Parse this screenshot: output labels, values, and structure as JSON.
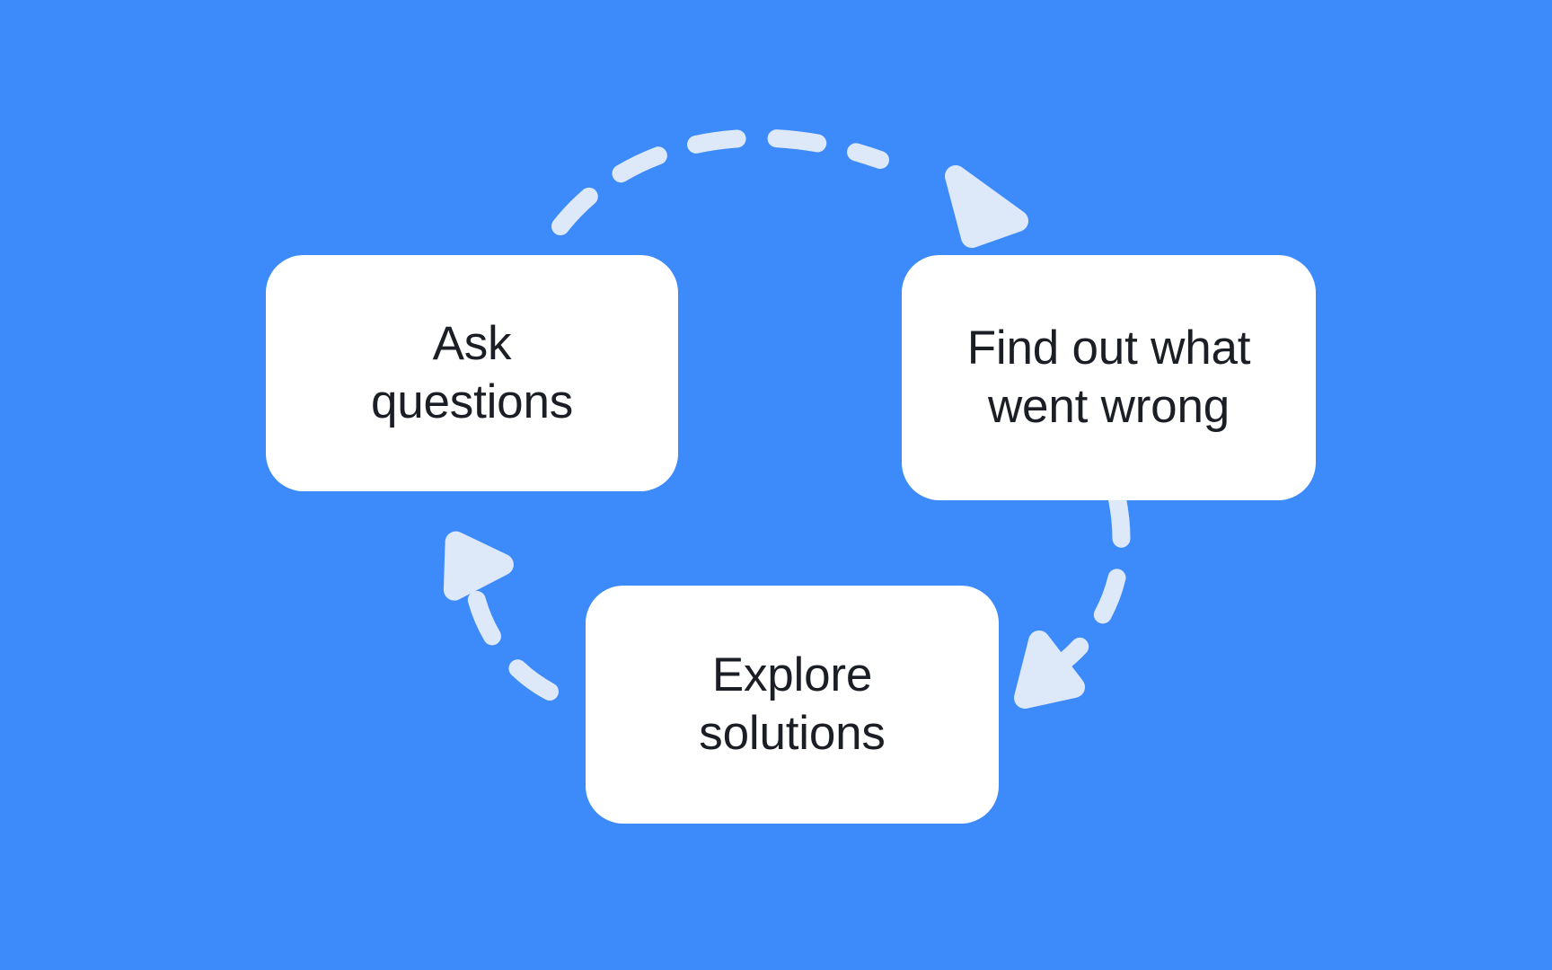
{
  "diagram": {
    "type": "cycle-flow-diagram",
    "background_color": "#3d8bfb",
    "card_color": "#ffffff",
    "card_text_color": "#1b1e25",
    "arrow_color": "#dde8f8",
    "nodes": [
      {
        "id": "ask",
        "label": "Ask\nquestions",
        "order": 1
      },
      {
        "id": "find",
        "label": "Find out what\nwent wrong",
        "order": 2
      },
      {
        "id": "explore",
        "label": "Explore\nsolutions",
        "order": 3
      }
    ],
    "connectors": [
      {
        "id": "ask-to-find",
        "from": "ask",
        "to": "find",
        "style": "dashed-arc",
        "direction": "left-to-right-over-top"
      },
      {
        "id": "find-to-explore",
        "from": "find",
        "to": "explore",
        "style": "dashed-arc",
        "direction": "top-right-down-to-bottom-center"
      },
      {
        "id": "explore-to-ask",
        "from": "explore",
        "to": "ask",
        "style": "dashed-arc",
        "direction": "bottom-center-up-to-left"
      }
    ]
  }
}
